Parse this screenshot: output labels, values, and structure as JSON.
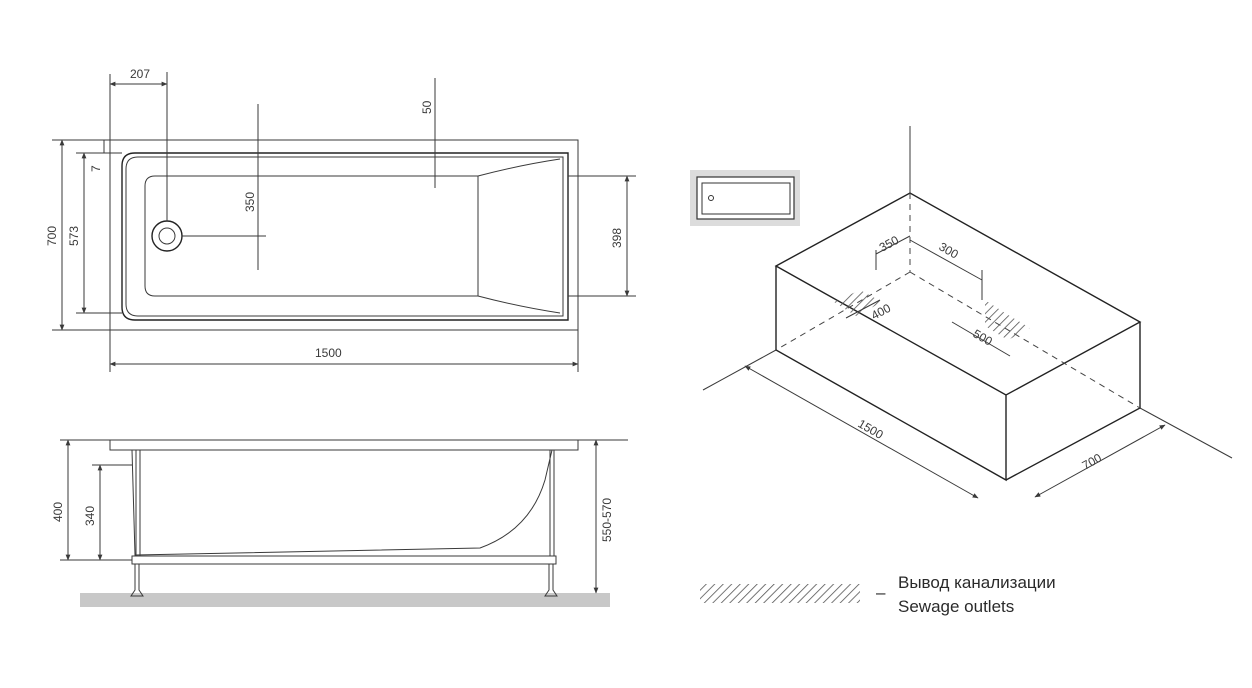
{
  "top_view": {
    "dims": {
      "width_1500": "1500",
      "drain_offset_207": "207",
      "rim_50": "50",
      "drain_350": "350",
      "depth_700": "700",
      "inner_573": "573",
      "rim_7": "7",
      "headrest_398": "398"
    }
  },
  "side_view": {
    "dims": {
      "height_400": "400",
      "height_340": "340",
      "height_550_570": "550-570"
    }
  },
  "iso_view": {
    "dims": {
      "d350": "350",
      "d300": "300",
      "d400": "400",
      "d500": "500",
      "length_1500": "1500",
      "width_700": "700"
    }
  },
  "legend": {
    "dash": "–",
    "label_ru": "Вывод канализации",
    "label_en": "Sewage outlets"
  },
  "colors": {
    "line": "#3a3a3a",
    "floor": "#c8c8c8",
    "hatch": "#555555"
  }
}
